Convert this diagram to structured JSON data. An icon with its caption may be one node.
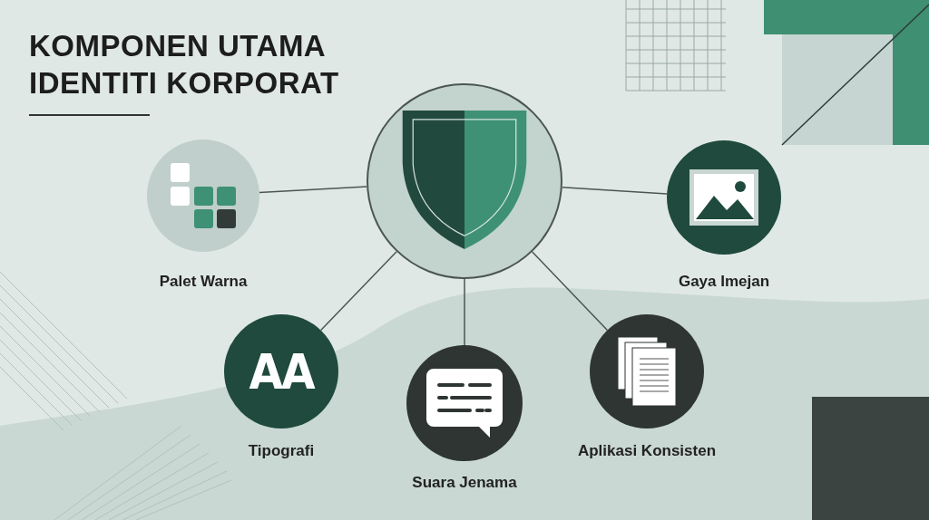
{
  "diagram": {
    "title": "KOMPONEN UTAMA IDENTITI KORPORAT",
    "nodes": [
      {
        "text": [],
        "shape": "circle"
      },
      {
        "text": [],
        "shape": "circle",
        "beside": [
          "Palet Warna"
        ]
      },
      {
        "text": [],
        "shape": "circle",
        "beside": [
          "Gaya Imejan"
        ]
      },
      {
        "text": [
          "AA"
        ],
        "beside": [
          "Tipografi"
        ]
      },
      {
        "text": [],
        "shape": "circle",
        "beside": [
          "Suara Jenama"
        ]
      },
      {
        "text": [],
        "shape": "circle",
        "beside": [
          "Aplikasi Konsisten"
        ]
      }
    ],
    "edges": [
      {
        "from": 0,
        "to": 1,
        "arrow": "none"
      },
      {
        "from": 0,
        "to": 2,
        "arrow": "none"
      },
      {
        "from": 0,
        "to": 3,
        "arrow": "none"
      },
      {
        "from": 0,
        "to": 4,
        "arrow": "none"
      },
      {
        "from": 0,
        "to": 5,
        "arrow": "none"
      }
    ]
  }
}
